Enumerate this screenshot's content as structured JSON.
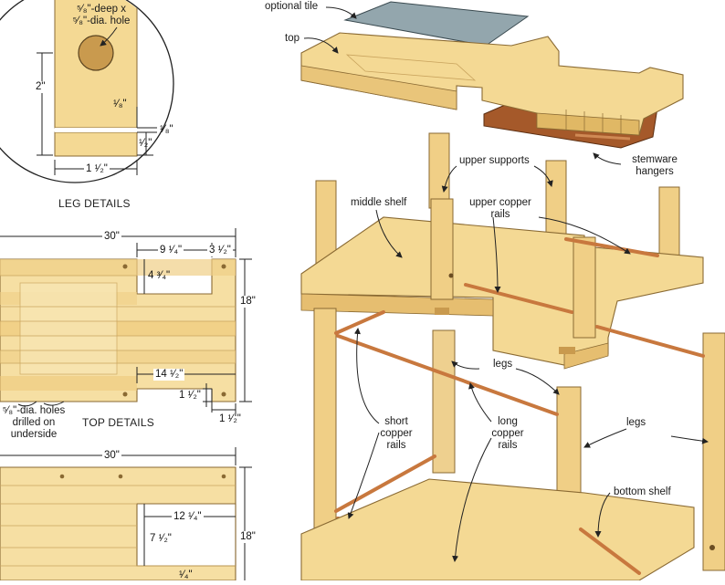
{
  "colors": {
    "wood_light": "#f6dfa3",
    "wood_mid": "#e9c57a",
    "wood_dark": "#c99a4e",
    "wood_edge": "#8a6a33",
    "copper": "#c8783e",
    "stemware": "#a5592a",
    "tile": "#8fa3aa",
    "line": "#222222"
  },
  "leg_details": {
    "title": "LEG DETAILS",
    "hole_note": "5/8\"-deep x 5/8\"-dia. hole",
    "hole_note_l1": "⁵⁄₈\"-deep x",
    "hole_note_l2": "⁵⁄₈\"-dia. hole",
    "dim_height": "2\"",
    "dim_notch_top": "¹⁄₈\"",
    "dim_notch_right": "¹⁄₈\"",
    "dim_notch_depth": "¹⁄₂\"",
    "dim_width": "1 ¹⁄₂\""
  },
  "top_details": {
    "title": "TOP DETAILS",
    "dim_width": "30\"",
    "dim_height": "18\"",
    "dim_notch_w": "9 ¹⁄₄\"",
    "dim_end": "3 ¹⁄₂\"",
    "dim_notch_d": "4 ³⁄₄\"",
    "dim_lower_notch": "14 ¹⁄₂\"",
    "dim_small_a": "1 ¹⁄₂\"",
    "dim_small_b": "1 ¹⁄₂\"",
    "hole_note_l1": "⁵⁄₈\"-dia. holes",
    "hole_note_l2": "drilled on",
    "hole_note_l3": "underside"
  },
  "shelf_details": {
    "dim_width": "30\"",
    "dim_height": "18\"",
    "dim_notch_w": "12 ¹⁄₄\"",
    "dim_notch_d": "7 ¹⁄₂\"",
    "dim_partial": "¹⁄₄\""
  },
  "callouts": {
    "optional_tile": "optional tile",
    "top": "top",
    "upper_supports": "upper supports",
    "stemware_l1": "stemware",
    "stemware_l2": "hangers",
    "middle_shelf": "middle shelf",
    "upper_copper_l1": "upper copper",
    "upper_copper_l2": "rails",
    "legs_center": "legs",
    "legs_right": "legs",
    "short_copper_l1": "short",
    "short_copper_l2": "copper",
    "short_copper_l3": "rails",
    "long_copper_l1": "long",
    "long_copper_l2": "copper",
    "long_copper_l3": "rails",
    "bottom_shelf": "bottom shelf"
  }
}
